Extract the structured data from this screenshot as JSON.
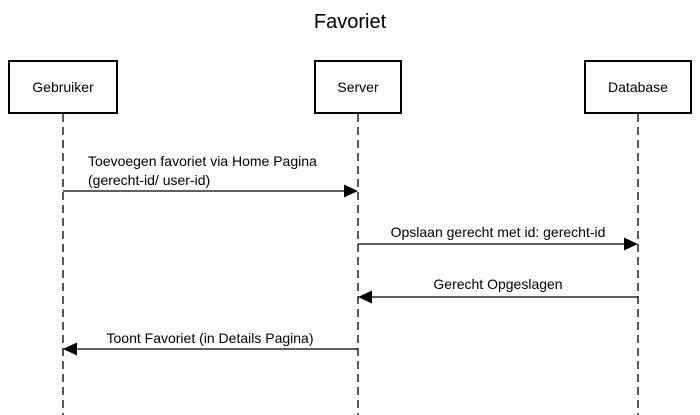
{
  "diagram": {
    "title": "Favoriet",
    "actors": [
      {
        "id": "gebruiker",
        "label": "Gebruiker"
      },
      {
        "id": "server",
        "label": "Server"
      },
      {
        "id": "database",
        "label": "Database"
      }
    ],
    "messages": [
      {
        "from": "gebruiker",
        "to": "server",
        "lines": [
          "Toevoegen favoriet via Home Pagina",
          "(gerecht-id/ user-id)"
        ]
      },
      {
        "from": "server",
        "to": "database",
        "lines": [
          "Opslaan gerecht met id: gerecht-id"
        ]
      },
      {
        "from": "database",
        "to": "server",
        "lines": [
          "Gerecht Opgeslagen"
        ]
      },
      {
        "from": "server",
        "to": "gebruiker",
        "lines": [
          "Toont Favoriet (in Details Pagina)"
        ]
      }
    ]
  }
}
